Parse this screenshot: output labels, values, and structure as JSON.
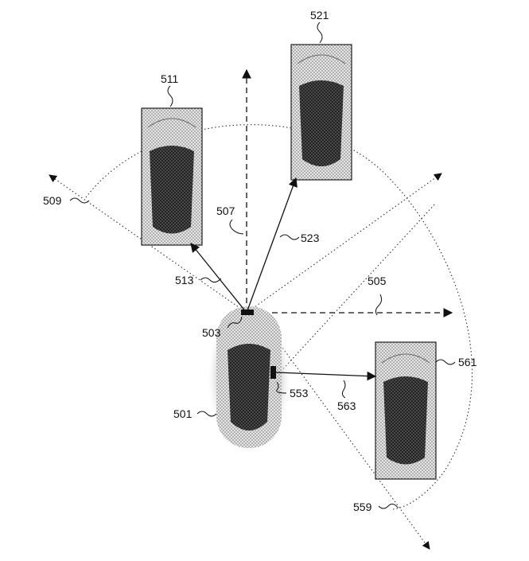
{
  "labels": {
    "ego_vehicle": "501",
    "forward_axis": "507",
    "lateral_axis": "505",
    "front_sensor": "503",
    "side_sensor": "553",
    "fov_left_edge": "509",
    "fov_right_edge": "559",
    "left_vehicle": "511",
    "left_ray": "513",
    "front_vehicle": "521",
    "front_ray": "523",
    "right_vehicle": "561",
    "right_ray": "563"
  },
  "colors": {
    "ink": "#111111",
    "box_fill": "#d6d6d6",
    "car_shadow": "#2a2a2a",
    "halo": "#bdbdbd"
  }
}
